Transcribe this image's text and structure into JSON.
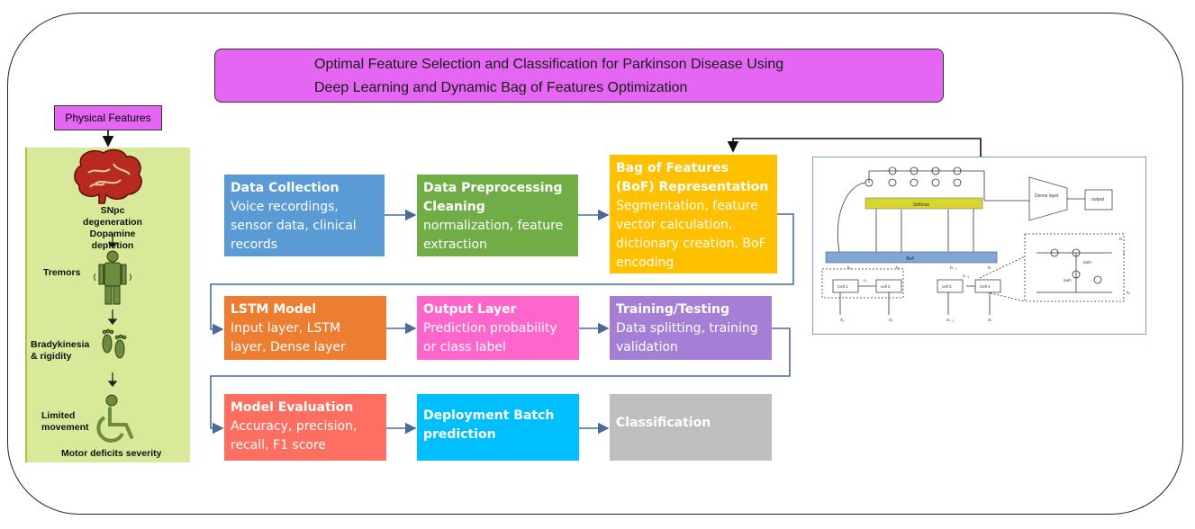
{
  "title": {
    "line1": "Optimal Feature Selection and Classification for Parkinson Disease Using",
    "line2": "Deep Learning and Dynamic Bag of Features Optimization"
  },
  "physical": {
    "header": "Physical Features",
    "stages": [
      {
        "label1": "SNpc degeneration",
        "label2": "Dopamine depletion",
        "icon": "brain-icon"
      },
      {
        "label1": "Tremors",
        "icon": "person-icon"
      },
      {
        "label1": "Bradykinesia",
        "label2": "& rigidity",
        "icon": "footprints-icon"
      },
      {
        "label1": "Limited",
        "label2": "movement",
        "icon": "wheelchair-icon"
      },
      {
        "label1": "Motor deficits severity"
      }
    ]
  },
  "pipeline": [
    {
      "title": "Data Collection",
      "desc": "Voice recordings, sensor data, clinical records",
      "color": "#5b9bd5"
    },
    {
      "title": "Data Preprocessing Cleaning",
      "desc": "normalization, feature extraction",
      "color": "#70ad47"
    },
    {
      "title": "Bag of Features (BoF) Representation",
      "desc": "Segmentation, feature vector calculation, dictionary creation, BoF encoding",
      "color": "#ffc000"
    },
    {
      "title": "LSTM Model",
      "desc": "Input layer, LSTM layer, Dense layer",
      "color": "#ed7d31"
    },
    {
      "title": "Output Layer",
      "desc": "Prediction probability or class label",
      "color": "#ff66cc"
    },
    {
      "title": "Training/Testing",
      "desc": "Data splitting, training validation",
      "color": "#a57fd6"
    },
    {
      "title": "Model Evaluation",
      "desc": "Accuracy, precision, recall, F1 score",
      "color": "#ff6f61"
    },
    {
      "title": "Deployment Batch prediction",
      "desc": "",
      "color": "#00bfff"
    },
    {
      "title": "Classification",
      "desc": "",
      "color": "#bfbfbf"
    }
  ],
  "network": {
    "softmax": "Softmax",
    "bof": "BoF",
    "dense": "Dense layer",
    "output": "output",
    "cells": [
      "Cell 1",
      "cell 2",
      "cell 3",
      "Cell 4"
    ],
    "h_labels": [
      "h₁",
      "h₂",
      "hₜ₋₁",
      "hₜ"
    ],
    "x_labels": [
      "X₁",
      "X₂",
      "Xₜ₋₁",
      "Xₜ"
    ],
    "c_labels": [
      "c₁",
      "cₜ₋₁"
    ],
    "gate_labels": [
      "tanh",
      "tanh",
      "c",
      "hₜ",
      "hₜ"
    ]
  }
}
